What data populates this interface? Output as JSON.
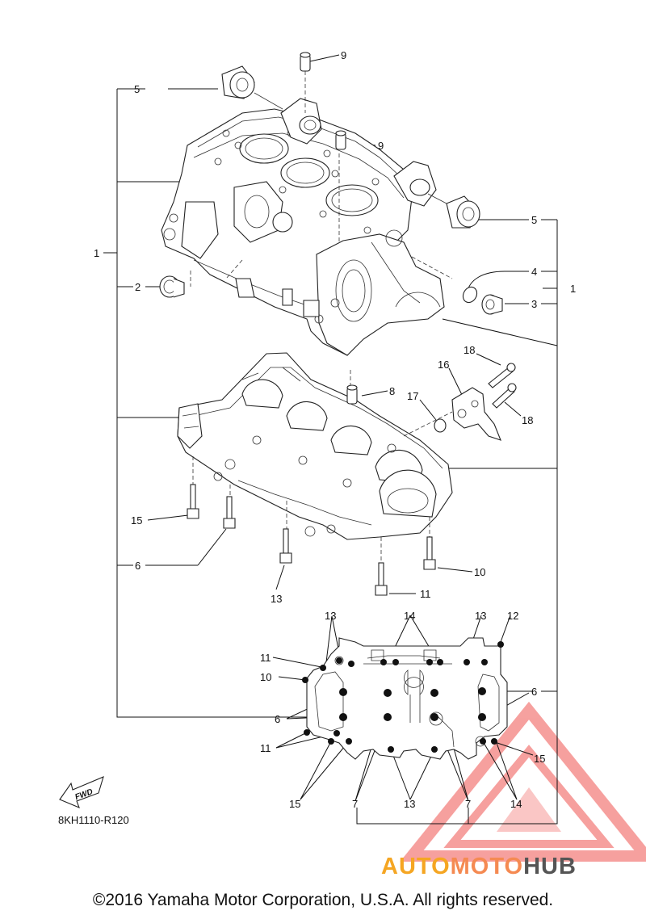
{
  "diagram": {
    "code": "8KH1110-R120",
    "copyright": "©2016 Yamaha Motor Corporation, U.S.A. All rights reserved.",
    "fwd_label": "FWD",
    "watermark": {
      "part_auto": "AUTO",
      "part_moto": "MOTO",
      "part_hub": "HUB",
      "color_auto": "#f5a623",
      "color_moto": "#f58a52",
      "color_hub": "#555555",
      "triangle_color": "#ef5350"
    },
    "callouts": {
      "c1_left": "1",
      "c1_right": "1",
      "c2": "2",
      "c3": "3",
      "c4": "4",
      "c5_top": "5",
      "c5_right": "5",
      "c6_left": "6",
      "c6_lower": "6",
      "c6_right": "6",
      "c7_left": "7",
      "c7_right": "7",
      "c8": "8",
      "c9_top": "9",
      "c9_mid": "9",
      "c10_mid": "10",
      "c10_low": "10",
      "c11_mid": "11",
      "c11_low_a": "11",
      "c11_low_b": "11",
      "c12": "12",
      "c13_mid": "13",
      "c13_top_a": "13",
      "c13_top_b": "13",
      "c13_bottom": "13",
      "c14_top": "14",
      "c14_bottom": "14",
      "c15_mid": "15",
      "c15_low_right": "15",
      "c15_low_left": "15",
      "c16": "16",
      "c17": "17",
      "c18_a": "18",
      "c18_b": "18"
    }
  }
}
